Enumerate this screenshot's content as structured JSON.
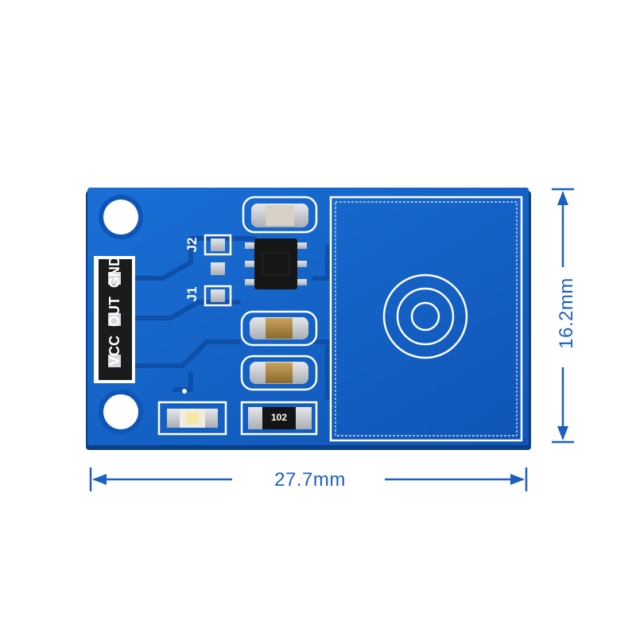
{
  "dimensions": {
    "width_label": "27.7mm",
    "height_label": "16.2mm"
  },
  "board": {
    "pin_labels": "VCC OUT GND",
    "jumper_1_label": "J1",
    "jumper_2_label": "J2",
    "resistor_code": "102"
  },
  "colors": {
    "pcb_blue": "#1565c9",
    "silkscreen": "#ffffff",
    "dimension": "#1b5fc2",
    "header_black": "#1b1b1b",
    "pad_silver": "#c9cdd2"
  }
}
